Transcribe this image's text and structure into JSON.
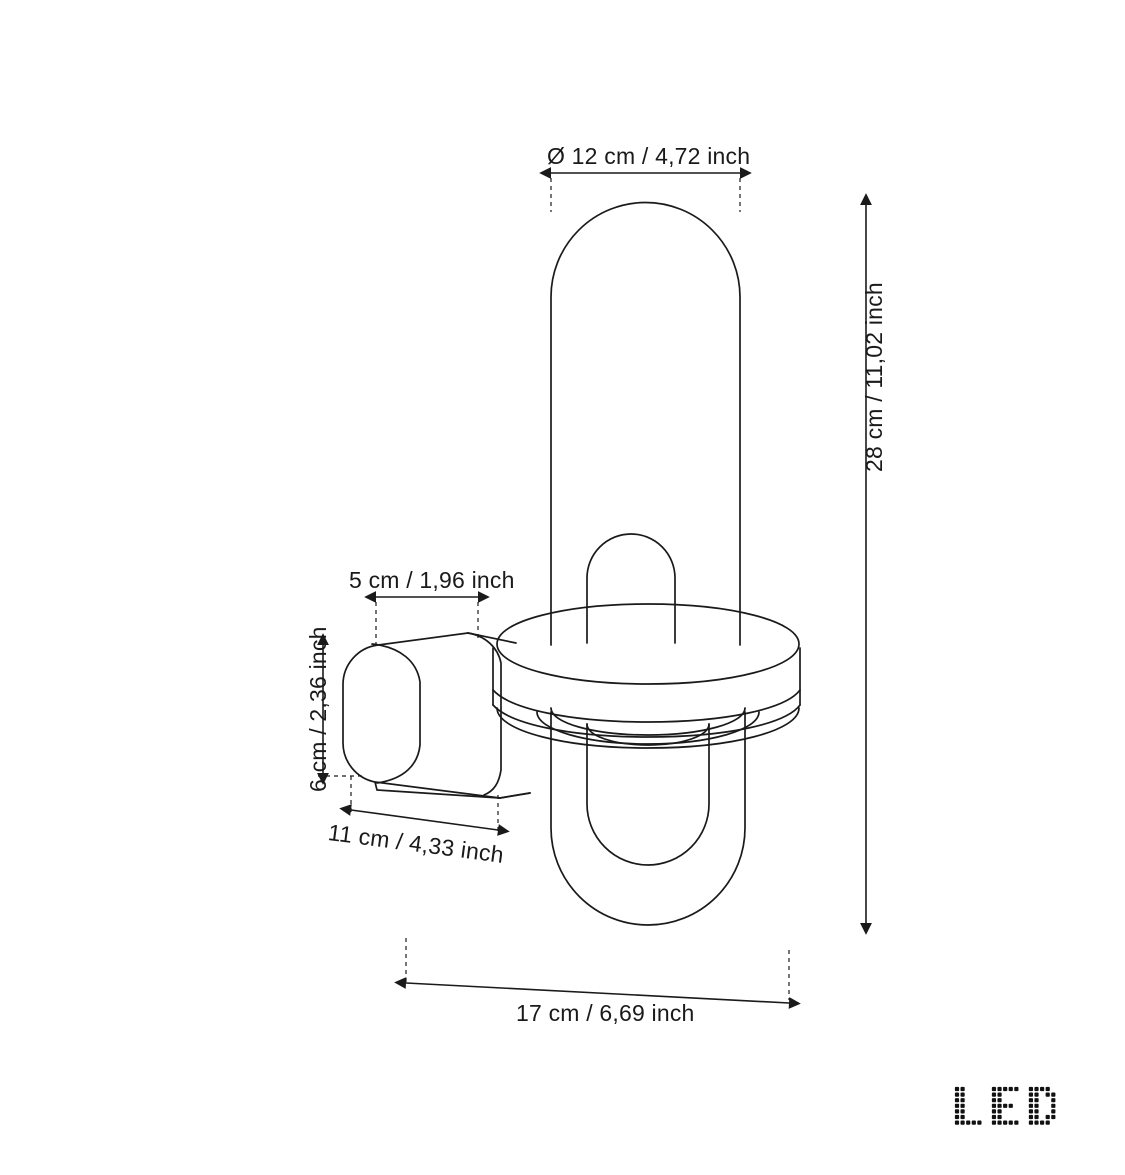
{
  "document": {
    "type": "product-dimension-drawing",
    "subject": "wall lamp technical dimension drawing",
    "background_color": "#ffffff",
    "line_color": "#1a1a1a",
    "text_color": "#1a1a1a"
  },
  "dimensions": {
    "diameter": {
      "label": "Ø 12 cm / 4,72 inch",
      "value_cm": 12,
      "value_inch": 4.72,
      "orientation": "horizontal",
      "position": "top"
    },
    "height": {
      "label": "28 cm / 11,02 inch",
      "value_cm": 28,
      "value_inch": 11.02,
      "orientation": "vertical",
      "position": "right"
    },
    "depth_top": {
      "label": "5 cm / 1,96 inch",
      "value_cm": 5,
      "value_inch": 1.96,
      "orientation": "horizontal",
      "position": "left-upper"
    },
    "height_arm": {
      "label": "6 cm / 2,36 inch",
      "value_cm": 6,
      "value_inch": 2.36,
      "orientation": "vertical",
      "position": "left"
    },
    "projection": {
      "label": "11 cm  / 4,33 inch",
      "value_cm": 11,
      "value_inch": 4.33,
      "orientation": "diagonal",
      "position": "left-lower"
    },
    "width": {
      "label": "17 cm / 6,69 inch",
      "value_cm": 17,
      "value_inch": 6.69,
      "orientation": "horizontal",
      "position": "bottom"
    }
  },
  "logo": {
    "text": "LED",
    "style": "dot-matrix",
    "color": "#111111"
  }
}
